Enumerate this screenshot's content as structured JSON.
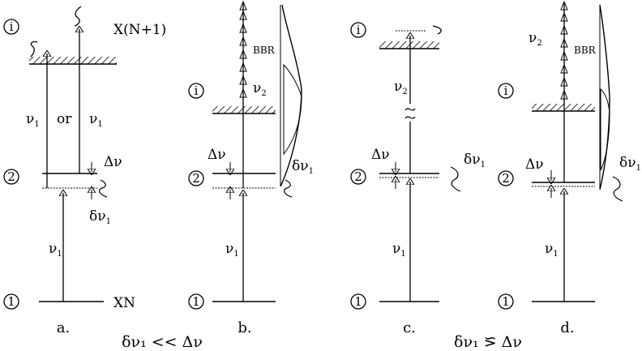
{
  "levels": {
    "ionization": "i",
    "intermediate": "2",
    "ground": "1"
  },
  "labels": {
    "ion_state": "X(N+1)",
    "neutral_state": "XN",
    "bbr": "BBR",
    "or_word": "or",
    "nu": "ν",
    "sub_1": "1",
    "sub_2": "2",
    "delta_nu": "Δν",
    "delta_nu1_prefix": "δν"
  },
  "panels": [
    {
      "caption": "a."
    },
    {
      "caption": "b."
    },
    {
      "caption": "c."
    },
    {
      "caption": "d."
    }
  ],
  "conditions": {
    "left": "δν₁ << Δν",
    "right": "δν₁ ⪞ Δν"
  }
}
